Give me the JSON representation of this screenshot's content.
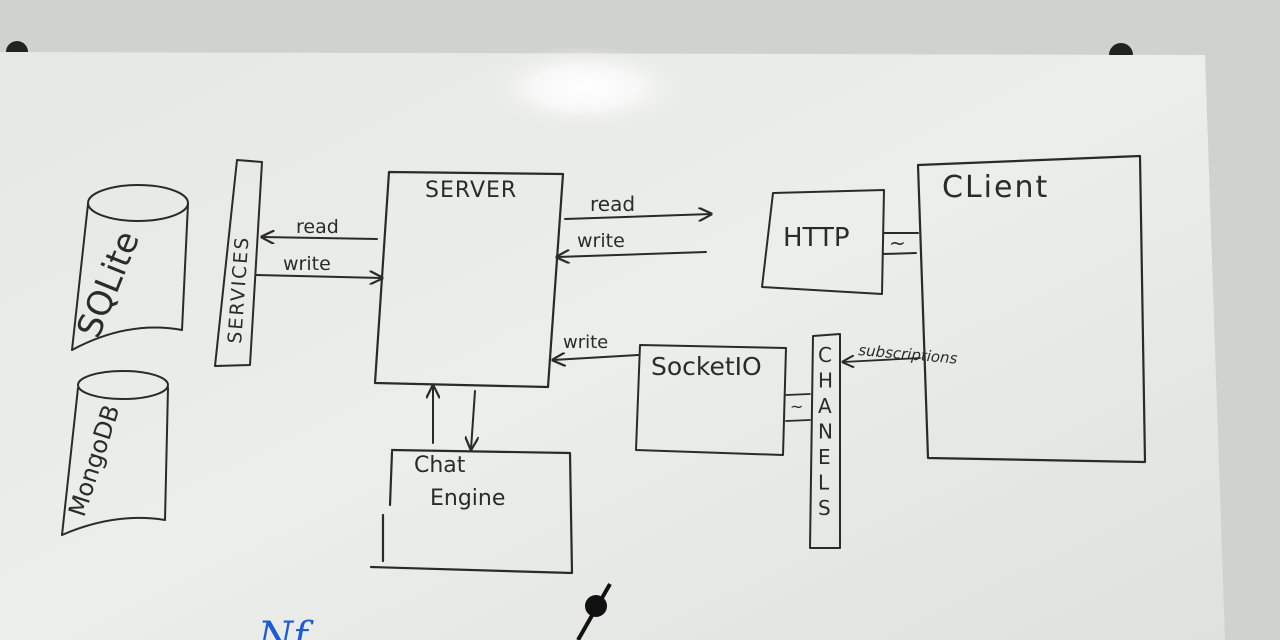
{
  "colors": {
    "board": "#e9ebe8",
    "wall": "#c9ccc8",
    "ink": "#2a2a2a",
    "blue_marker": "#1f5bd1"
  },
  "nodes": {
    "sqlite": "SQLite",
    "mongodb": "MongoDB",
    "services": "SERVICES",
    "server": "SERVER",
    "http": "HTTP",
    "client": "CLient",
    "socketio": "SocketIO",
    "channels": [
      "C",
      "H",
      "A",
      "N",
      "E",
      "L",
      "S"
    ],
    "chat_engine_line1": "Chat",
    "chat_engine_line2": "Engine"
  },
  "edges": {
    "services_read": "read",
    "services_write": "write",
    "http_read": "read",
    "http_write": "write",
    "socket_write": "write",
    "subscriptions": "subscriptions",
    "tilde_http": "~",
    "tilde_socket": "~"
  },
  "footer": {
    "blue_scribble": "Nf"
  }
}
